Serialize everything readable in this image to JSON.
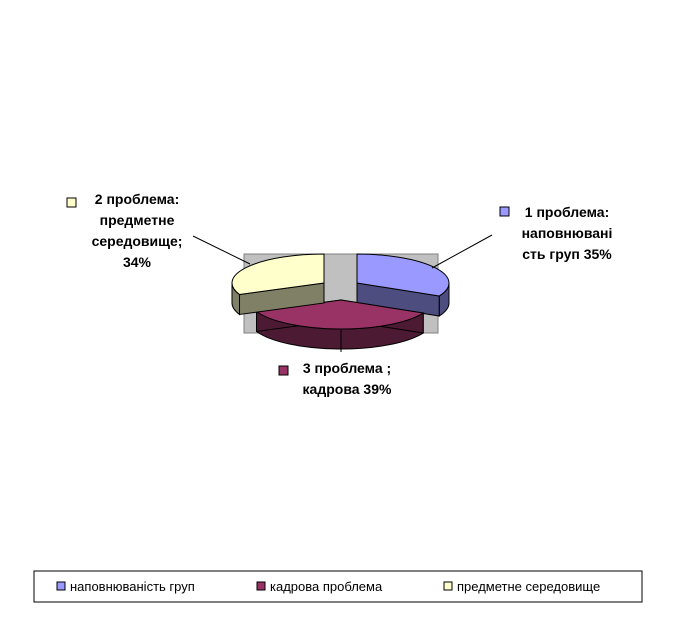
{
  "chart_data": {
    "type": "pie",
    "style": "3d-exploded",
    "slices": [
      {
        "name": "наповнюваність груп",
        "value": 35,
        "color": "#9999FF",
        "side_color": "#4D4D80",
        "label_lines": [
          "1 проблема:",
          "наповнювані",
          "сть груп 35%"
        ]
      },
      {
        "name": "кадрова проблема",
        "value": 39,
        "color": "#993366",
        "side_color": "#4D1A33",
        "label_lines": [
          "3  проблема ;",
          "кадрова  39%"
        ]
      },
      {
        "name": "предметне середовище",
        "value": 34,
        "color": "#FFFFCC",
        "side_color": "#808066",
        "label_lines": [
          "2 проблема:",
          "предметне",
          "середовище;",
          "34%"
        ]
      }
    ],
    "legend": {
      "placement": "bottom",
      "entries": [
        "наповнюваність груп",
        "кадрова проблема",
        "предметне середовище"
      ]
    },
    "plot_area_color": "#C0C0C0"
  }
}
